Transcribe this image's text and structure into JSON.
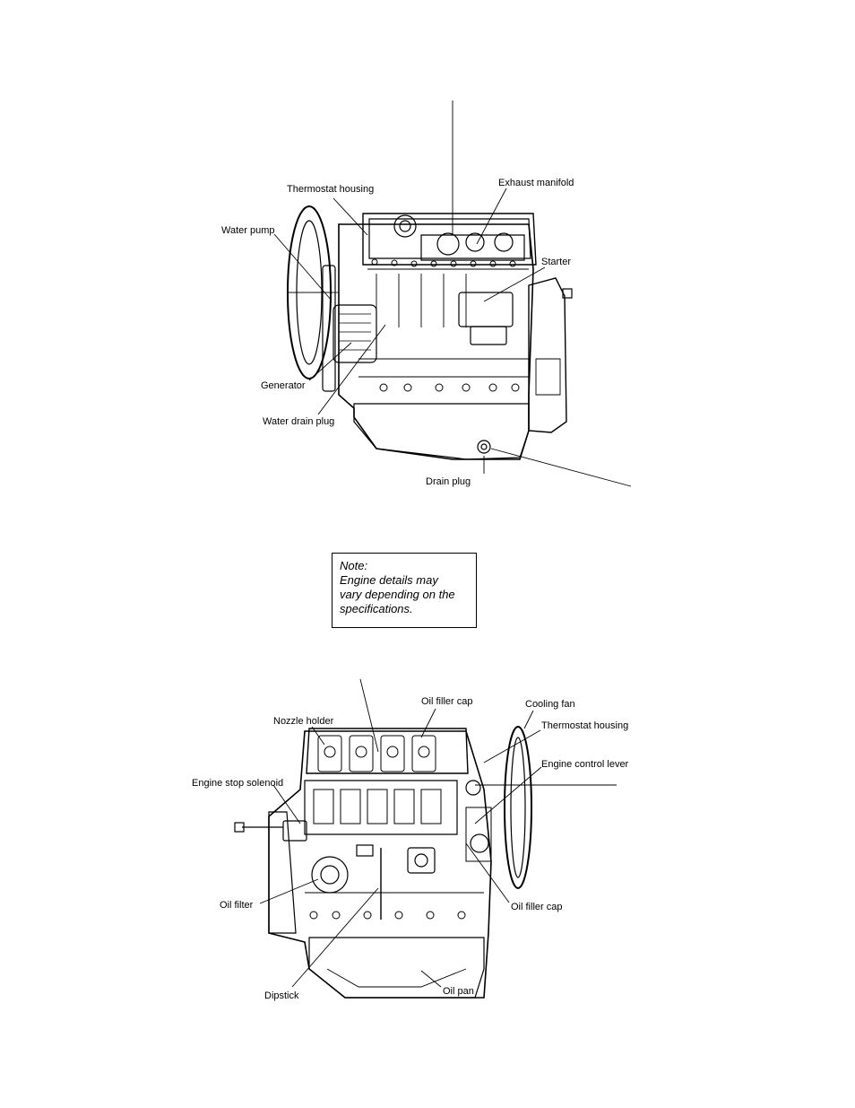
{
  "top_view": {
    "labels": {
      "thermostat_housing": "Thermostat housing",
      "exhaust_manifold": "Exhaust manifold",
      "water_pump": "Water pump",
      "starter": "Starter",
      "generator": "Generator",
      "water_drain_plug": "Water drain plug",
      "drain_plug": "Drain plug"
    }
  },
  "note": {
    "title": "Note:",
    "line1": "Engine details may",
    "line2": "vary depending on the",
    "line3": "specifications."
  },
  "bottom_view": {
    "labels": {
      "oil_filler_cap_top": "Oil filler cap",
      "cooling_fan": "Cooling fan",
      "nozzle_holder": "Nozzle holder",
      "thermostat_housing": "Thermostat housing",
      "engine_control_lever": "Engine control lever",
      "engine_stop_solenoid": "Engine stop solenoid",
      "oil_filter": "Oil filter",
      "oil_filler_cap_side": "Oil filler cap",
      "dipstick": "Dipstick",
      "oil_pan": "Oil pan"
    }
  }
}
